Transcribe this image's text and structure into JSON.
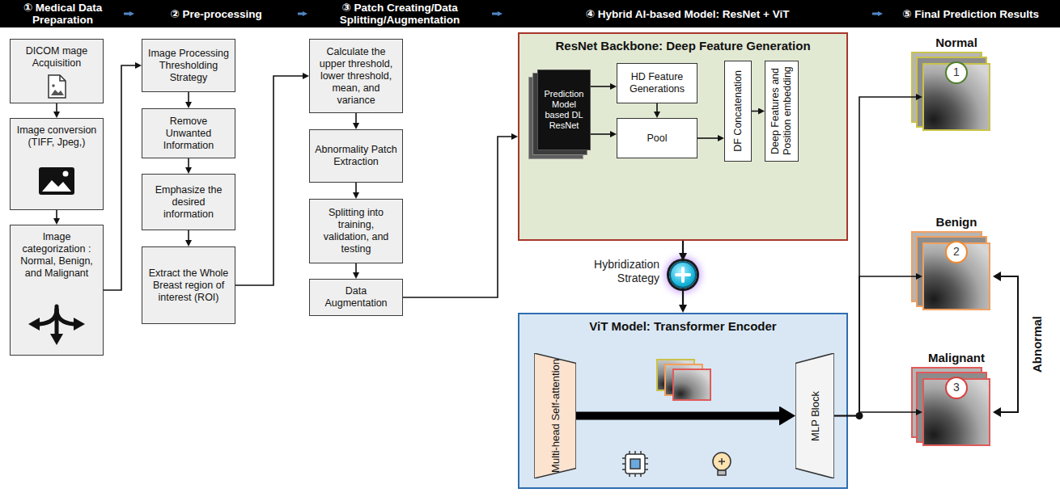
{
  "diagram": {
    "nodes": [
      {
        "text": [
          "① Medical Data Preparation"
        ]
      },
      {
        "text": [
          "② Pre-processing"
        ]
      },
      {
        "text": [
          "③ Patch Creating/Data Splitting/Augmentation"
        ]
      },
      {
        "text": [
          "④ Hybrid AI-based Model: ResNet + ViT"
        ]
      },
      {
        "text": [
          "⑤ Final Prediction Results"
        ]
      },
      {
        "text": [
          "DICOM mage Acquisition"
        ]
      },
      {
        "text": [
          "Image conversion (TIFF, Jpeg,)"
        ]
      },
      {
        "text": [
          "Image categorization : Normal, Benign, and Malignant"
        ]
      },
      {
        "text": [
          "Image Processing Thresholding Strategy"
        ]
      },
      {
        "text": [
          "Remove Unwanted Information"
        ]
      },
      {
        "text": [
          "Emphasize the desired information"
        ]
      },
      {
        "text": [
          "Extract the Whole Breast region of interest (ROI)"
        ]
      },
      {
        "text": [
          "Calculate the upper threshold, lower threshold, mean, and variance"
        ]
      },
      {
        "text": [
          "Abnormality Patch Extraction"
        ]
      },
      {
        "text": [
          "Splitting into training, validation, and testing"
        ]
      },
      {
        "text": [
          "Data Augmentation"
        ]
      },
      {
        "text": [
          "ResNet Backbone: Deep Feature Generation"
        ]
      },
      {
        "text": [
          "Prediction Model based DL ResNet"
        ],
        "in": 16
      },
      {
        "text": [
          "HD Feature Generations"
        ],
        "in": 16
      },
      {
        "text": [
          "Pool"
        ],
        "in": 16
      },
      {
        "text": [
          "DF Concatenation"
        ],
        "in": 16
      },
      {
        "text": [
          "Deep Features and Position embedding"
        ],
        "in": 16
      },
      {
        "text": [
          "Hybridization Strategy"
        ]
      },
      {
        "text": [
          "ViT Model: Transformer Encoder"
        ]
      },
      {
        "text": [
          "Multi-head Self-attention"
        ],
        "in": 23
      },
      {
        "text": [
          "MLP Block"
        ],
        "in": 23
      },
      {
        "text": [
          "Normal",
          "1"
        ]
      },
      {
        "text": [
          "Benign",
          "2"
        ]
      },
      {
        "text": [
          "Malignant",
          "3"
        ]
      }
    ],
    "edges": [
      {
        "from": 0,
        "to": 1,
        "arrow": "to"
      },
      {
        "from": 1,
        "to": 2,
        "arrow": "to"
      },
      {
        "from": 2,
        "to": 3,
        "arrow": "to"
      },
      {
        "from": 3,
        "to": 4,
        "arrow": "to"
      },
      {
        "from": 5,
        "to": 6,
        "arrow": "to"
      },
      {
        "from": 6,
        "to": 7,
        "arrow": "to"
      },
      {
        "from": 7,
        "to": 8,
        "arrow": "to"
      },
      {
        "from": 8,
        "to": 9,
        "arrow": "to"
      },
      {
        "from": 9,
        "to": 10,
        "arrow": "to"
      },
      {
        "from": 10,
        "to": 11,
        "arrow": "to"
      },
      {
        "from": 11,
        "to": 12,
        "arrow": "to"
      },
      {
        "from": 12,
        "to": 13,
        "arrow": "to"
      },
      {
        "from": 13,
        "to": 14,
        "arrow": "to"
      },
      {
        "from": 14,
        "to": 15,
        "arrow": "to"
      },
      {
        "from": 15,
        "to": 16,
        "arrow": "to"
      },
      {
        "from": 17,
        "to": 18,
        "arrow": "to"
      },
      {
        "from": 17,
        "to": 19,
        "arrow": "to"
      },
      {
        "from": 18,
        "to": 19,
        "arrow": "to"
      },
      {
        "from": 19,
        "to": 20,
        "arrow": "to"
      },
      {
        "from": 20,
        "to": 21,
        "arrow": "to"
      },
      {
        "from": 16,
        "to": 22,
        "arrow": "to"
      },
      {
        "from": 22,
        "to": 23,
        "arrow": "to"
      },
      {
        "from": 24,
        "to": 25,
        "arrow": "to"
      },
      {
        "from": 25,
        "to": 26,
        "arrow": "to"
      },
      {
        "from": 25,
        "to": 27,
        "arrow": "to"
      },
      {
        "from": 25,
        "to": 28,
        "arrow": "to"
      }
    ],
    "labels": [
      "Abnormal"
    ]
  }
}
